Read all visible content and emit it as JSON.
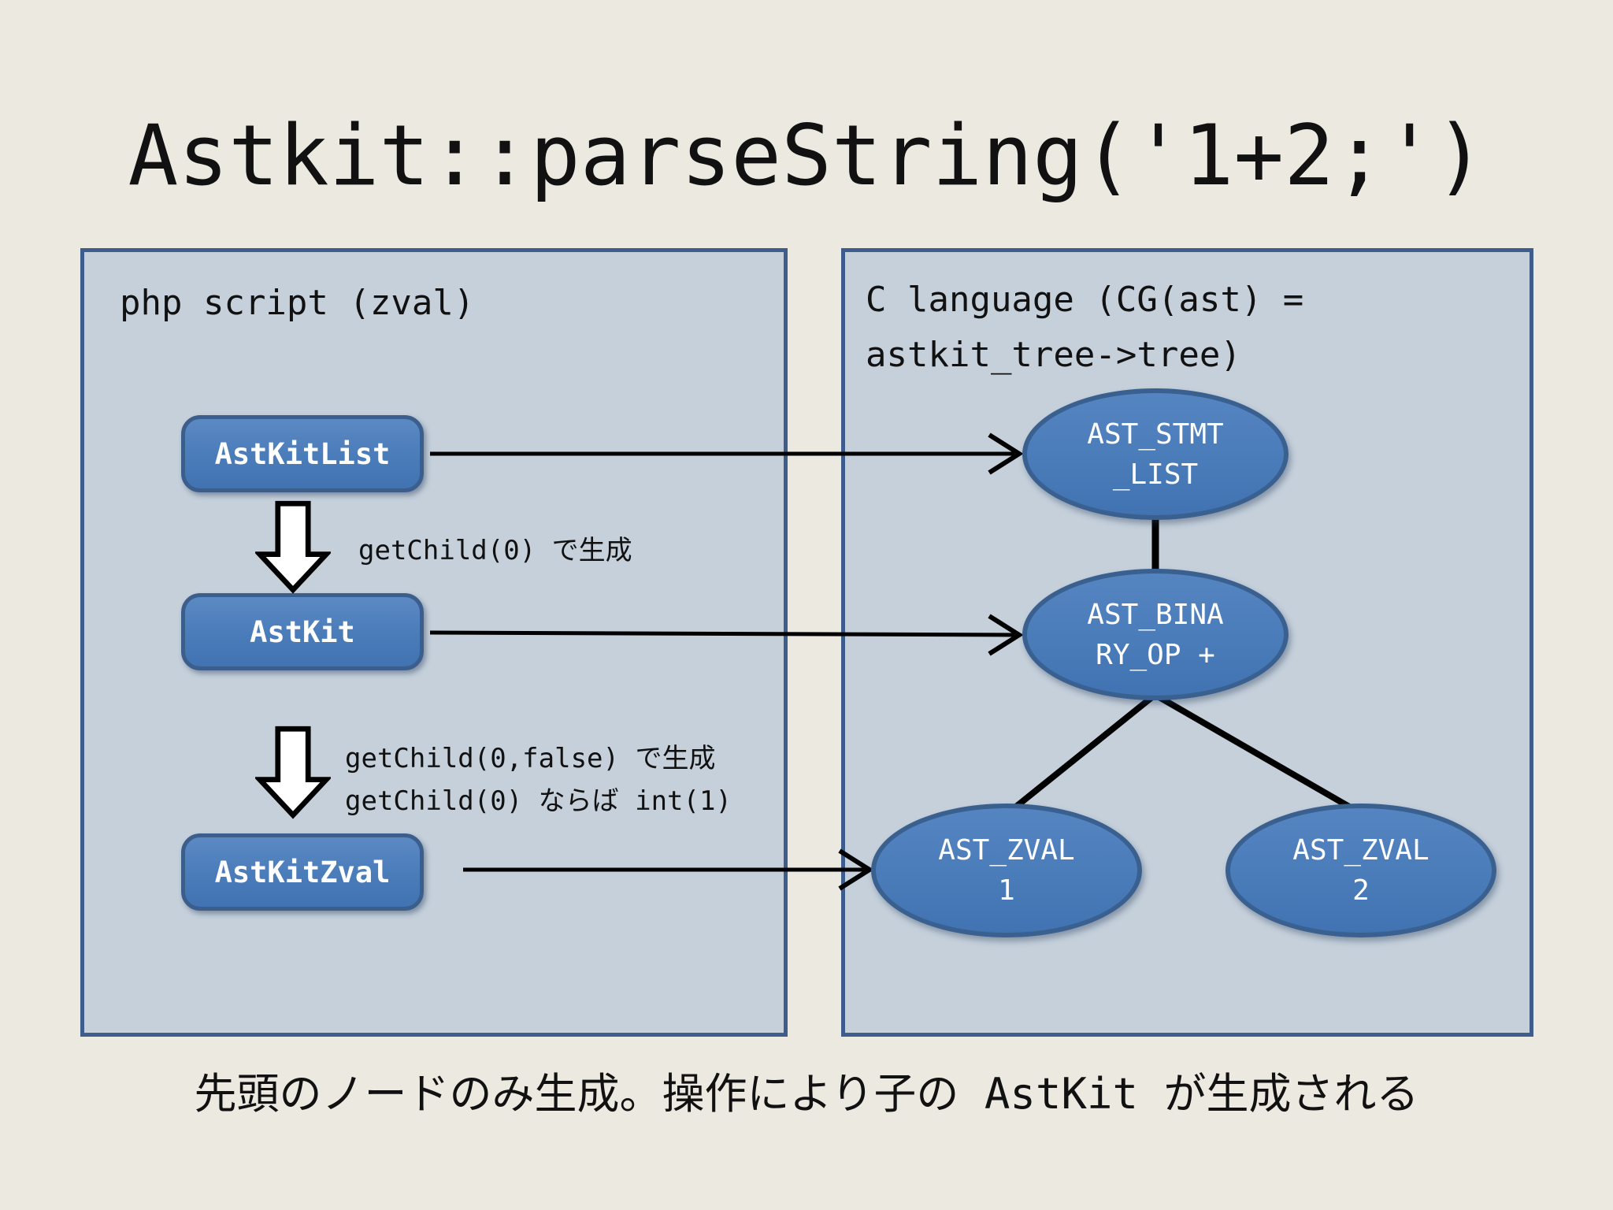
{
  "title": "Astkit::parseString('1+2;')",
  "left_panel": {
    "header": "php script (zval)",
    "boxes": {
      "astkitlist": "AstKitList",
      "astkit": "AstKit",
      "astkitzval": "AstKitZval"
    },
    "arrow1_label": "getChild(0) で生成",
    "arrow2_label_line1": "getChild(0,false) で生成",
    "arrow2_label_line2": "getChild(0) ならば int(1)"
  },
  "right_panel": {
    "header_line1": "C language (CG(ast) =",
    "header_line2": "astkit_tree->tree)",
    "nodes": {
      "stmt_list": {
        "line1": "AST_STMT",
        "line2": "_LIST"
      },
      "binary_op": {
        "line1": "AST_BINA",
        "line2": "RY_OP +"
      },
      "zval_1": {
        "line1": "AST_ZVAL",
        "line2": "1"
      },
      "zval_2": {
        "line1": "AST_ZVAL",
        "line2": "2"
      }
    }
  },
  "caption": "先頭のノードのみ生成。操作により子の AstKit が生成される",
  "colors": {
    "slide_background": "#ece9e1",
    "panel_background": "#c5d0db",
    "panel_border": "#3d5e8c",
    "shape_fill_blue": "#4a7cba",
    "shape_border_blue": "#3a6090",
    "connector_black": "#000000",
    "text_dark": "#111111",
    "text_white": "#ffffff"
  }
}
